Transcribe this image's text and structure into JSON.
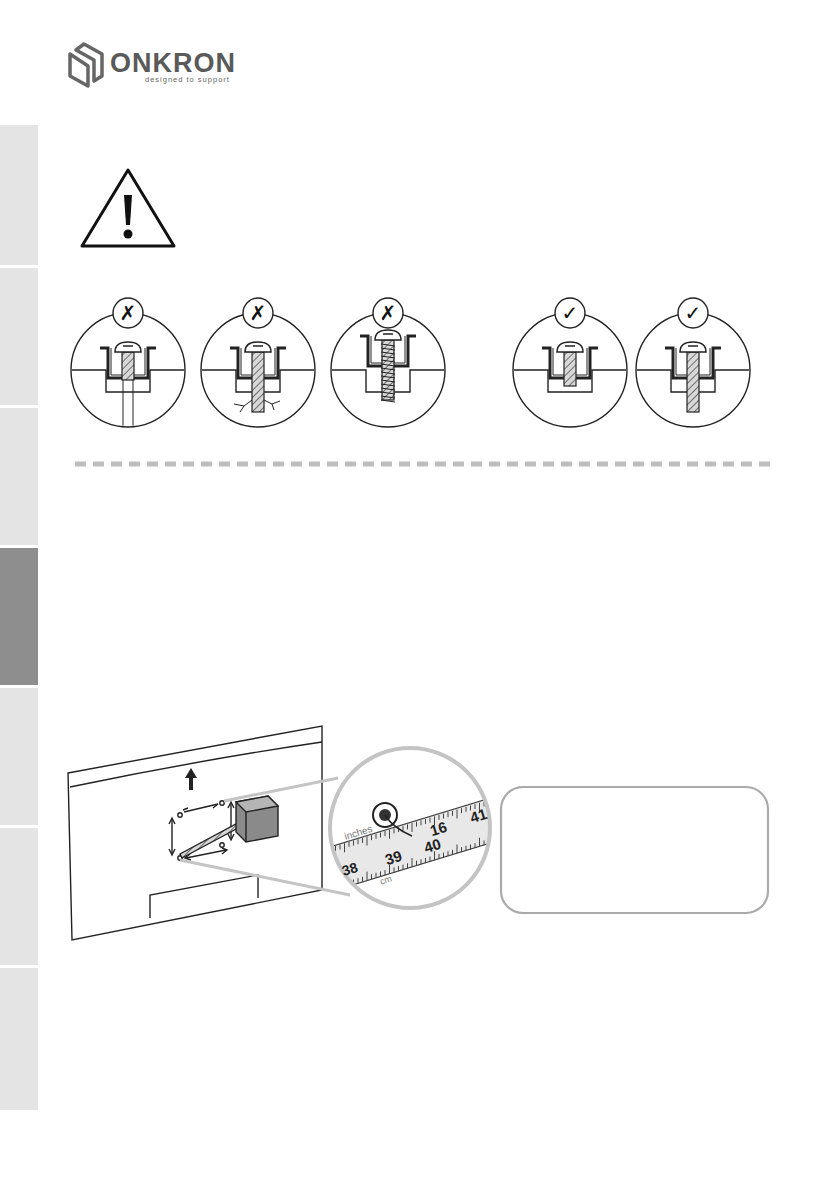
{
  "diagram": {
    "labels": [
      "ONKRON",
      "designed to support",
      "✗",
      "✗",
      "✗",
      "✓",
      "✓",
      "inches",
      "16",
      "41",
      "39",
      "40",
      "38",
      "cm"
    ]
  }
}
